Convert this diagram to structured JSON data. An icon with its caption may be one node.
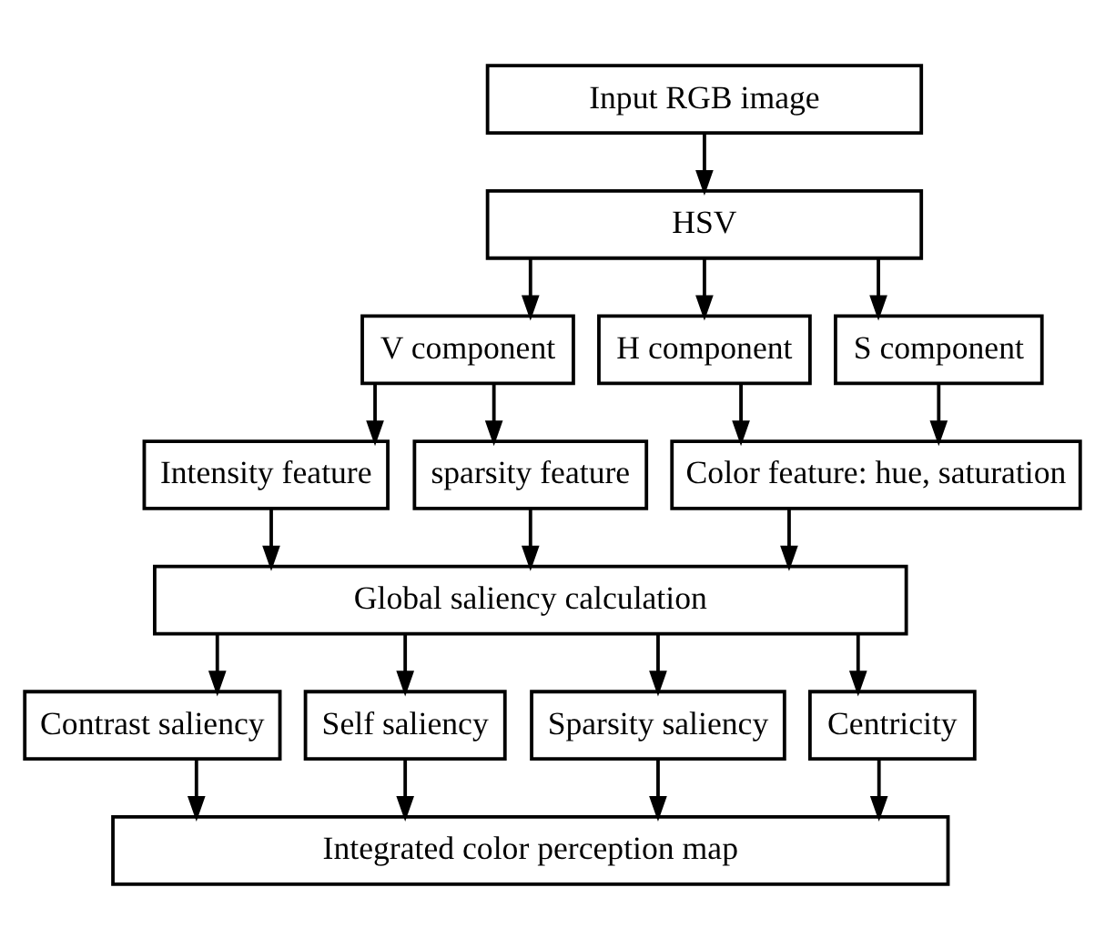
{
  "diagram": {
    "nodes": [
      {
        "text": [
          "Input RGB image"
        ]
      },
      {
        "text": [
          "HSV"
        ]
      },
      {
        "text": [
          "V component"
        ]
      },
      {
        "text": [
          "H component"
        ]
      },
      {
        "text": [
          "S component"
        ]
      },
      {
        "text": [
          "Intensity feature"
        ]
      },
      {
        "text": [
          "sparsity feature"
        ]
      },
      {
        "text": [
          "Color feature: hue, saturation"
        ]
      },
      {
        "text": [
          "Global saliency calculation"
        ]
      },
      {
        "text": [
          "Contrast saliency"
        ]
      },
      {
        "text": [
          "Self saliency"
        ]
      },
      {
        "text": [
          "Sparsity saliency"
        ]
      },
      {
        "text": [
          "Centricity"
        ]
      },
      {
        "text": [
          "Integrated color perception map"
        ]
      }
    ],
    "edges": [
      {
        "from": 0,
        "to": 1,
        "arrow": "to"
      },
      {
        "from": 1,
        "to": 2,
        "arrow": "to"
      },
      {
        "from": 1,
        "to": 3,
        "arrow": "to"
      },
      {
        "from": 1,
        "to": 4,
        "arrow": "to"
      },
      {
        "from": 2,
        "to": 5,
        "arrow": "to"
      },
      {
        "from": 2,
        "to": 6,
        "arrow": "to"
      },
      {
        "from": 3,
        "to": 7,
        "arrow": "to"
      },
      {
        "from": 4,
        "to": 7,
        "arrow": "to"
      },
      {
        "from": 5,
        "to": 8,
        "arrow": "to"
      },
      {
        "from": 6,
        "to": 8,
        "arrow": "to"
      },
      {
        "from": 7,
        "to": 8,
        "arrow": "to"
      },
      {
        "from": 8,
        "to": 9,
        "arrow": "to"
      },
      {
        "from": 8,
        "to": 10,
        "arrow": "to"
      },
      {
        "from": 8,
        "to": 11,
        "arrow": "to"
      },
      {
        "from": 8,
        "to": 12,
        "arrow": "to"
      },
      {
        "from": 9,
        "to": 13,
        "arrow": "to"
      },
      {
        "from": 10,
        "to": 13,
        "arrow": "to"
      },
      {
        "from": 11,
        "to": 13,
        "arrow": "to"
      },
      {
        "from": 12,
        "to": 13,
        "arrow": "to"
      }
    ]
  }
}
